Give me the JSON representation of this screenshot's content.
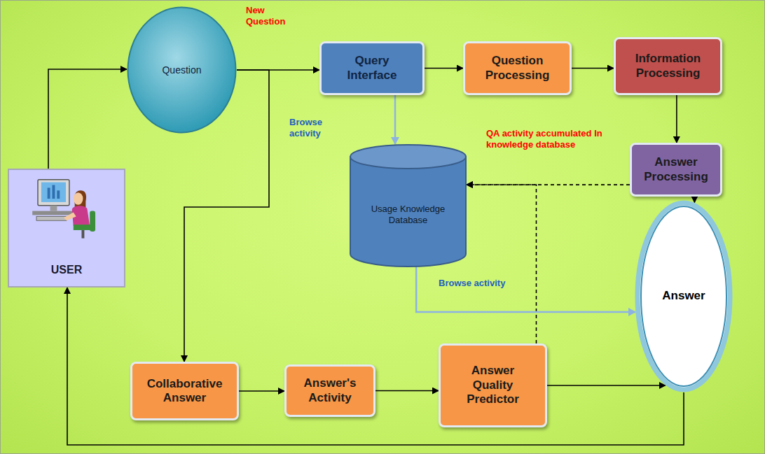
{
  "diagram": {
    "nodes": [
      {
        "text": [
          "USER"
        ]
      },
      {
        "text": [
          "Question"
        ]
      },
      {
        "text": [
          "Query Interface"
        ]
      },
      {
        "text": [
          "Question Processing"
        ]
      },
      {
        "text": [
          "Information Processing"
        ]
      },
      {
        "text": [
          "Answer Processing"
        ]
      },
      {
        "text": [
          "Usage Knowledge Database"
        ]
      },
      {
        "text": [
          "Answer"
        ]
      },
      {
        "text": [
          "Collaborative Answer"
        ]
      },
      {
        "text": [
          "Answer's Activity"
        ]
      },
      {
        "text": [
          "Answer Quality Predictor"
        ]
      }
    ],
    "edges": [
      {
        "from": 0,
        "to": 1,
        "arrow": "to"
      },
      {
        "from": 1,
        "to": 2,
        "label": "New Question",
        "arrow": "to"
      },
      {
        "from": 1,
        "to": 8,
        "arrow": "to"
      },
      {
        "from": 2,
        "to": 3,
        "arrow": "to"
      },
      {
        "from": 3,
        "to": 4,
        "arrow": "to"
      },
      {
        "from": 4,
        "to": 5,
        "arrow": "to"
      },
      {
        "from": 5,
        "to": 7,
        "arrow": "to"
      },
      {
        "from": 2,
        "to": 6,
        "label": "Browse activity",
        "arrow": "to"
      },
      {
        "from": 5,
        "to": 6,
        "arrow": "to"
      },
      {
        "from": 10,
        "to": 6,
        "arrow": "to"
      },
      {
        "from": 6,
        "to": 7,
        "label": "Browse activity",
        "arrow": "to"
      },
      {
        "from": 8,
        "to": 9,
        "arrow": "to"
      },
      {
        "from": 9,
        "to": 10,
        "arrow": "to"
      },
      {
        "from": 10,
        "to": 7,
        "arrow": "to"
      },
      {
        "from": 7,
        "to": 0,
        "arrow": "to"
      }
    ],
    "labels": [
      "QA activity accumulated In knowledge database"
    ]
  }
}
